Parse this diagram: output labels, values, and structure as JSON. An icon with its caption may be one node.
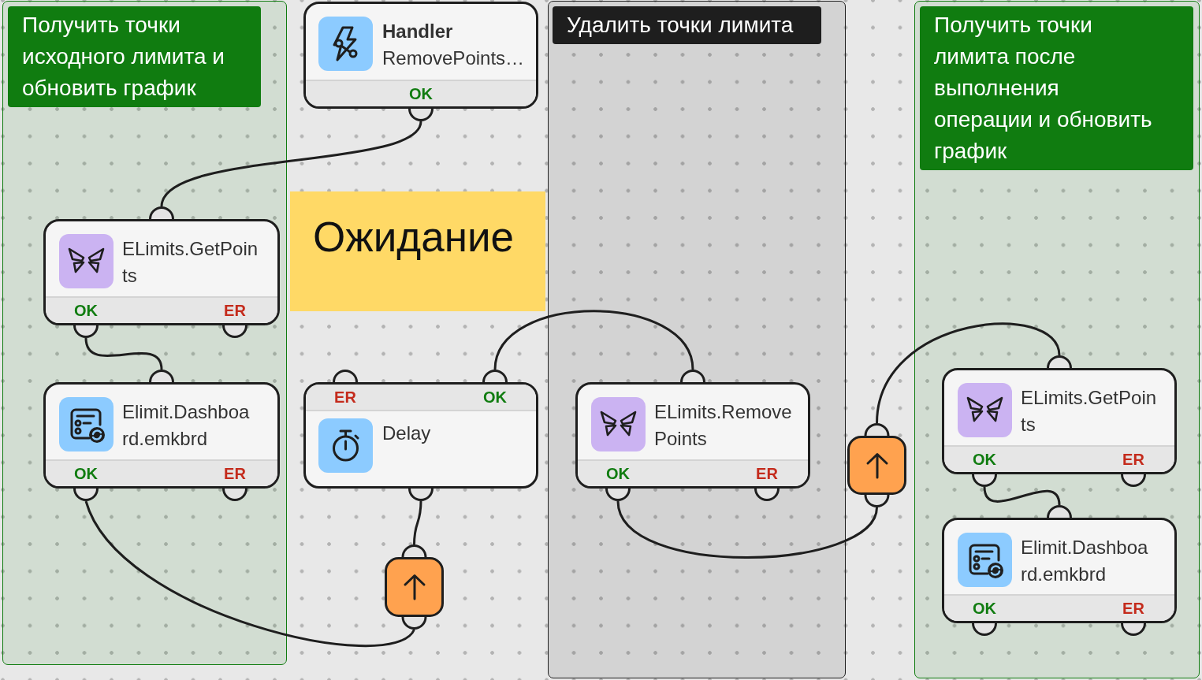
{
  "diagram": {
    "nodes": [
      {
        "text": [
          "Получить точки исходного лимита и обновить график"
        ]
      },
      {
        "text": [
          "ELimits.GetPoints",
          "OK",
          "ER"
        ],
        "in": 0
      },
      {
        "text": [
          "Elimit.Dashboard.emkbrd",
          "OK",
          "ER"
        ],
        "in": 0
      },
      {
        "text": [
          "Handler",
          "RemovePoints…",
          "OK"
        ]
      },
      {
        "text": [
          "Ожидание"
        ]
      },
      {
        "text": [
          "ER",
          "OK",
          "Delay"
        ]
      },
      {
        "text": [],
        "shape": "box"
      },
      {
        "text": [
          "Удалить точки лимита"
        ]
      },
      {
        "text": [
          "ELimits.RemovePoints",
          "OK",
          "ER"
        ],
        "in": 7
      },
      {
        "text": [],
        "shape": "box"
      },
      {
        "text": [
          "Получить точки лимита после выполнения операции и обновить график"
        ]
      },
      {
        "text": [
          "ELimits.GetPoints",
          "OK",
          "ER"
        ],
        "in": 10
      },
      {
        "text": [
          "Elimit.Dashboard.emkbrd",
          "OK",
          "ER"
        ],
        "in": 10
      }
    ],
    "edges": [
      {
        "from": 3,
        "to": 1,
        "arrow": "none"
      },
      {
        "from": 1,
        "to": 2,
        "arrow": "none"
      },
      {
        "from": 2,
        "to": 6,
        "arrow": "none"
      },
      {
        "from": 6,
        "to": 5,
        "arrow": "none"
      },
      {
        "from": 5,
        "to": 8,
        "arrow": "none"
      },
      {
        "from": 8,
        "to": 9,
        "arrow": "none"
      },
      {
        "from": 9,
        "to": 11,
        "arrow": "none"
      },
      {
        "from": 11,
        "to": 12,
        "arrow": "none"
      }
    ]
  }
}
